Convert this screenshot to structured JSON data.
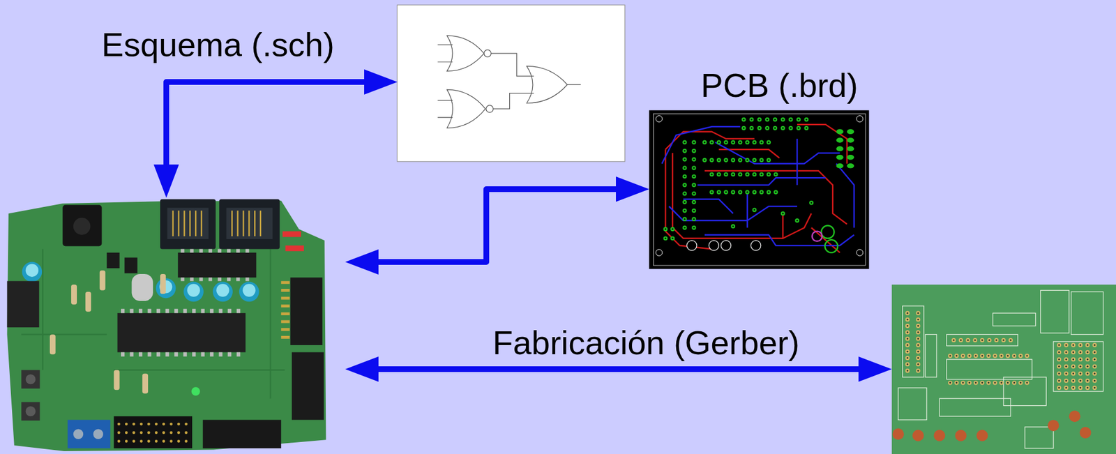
{
  "diagram": {
    "nodes": [
      {
        "text": []
      },
      {
        "text": []
      },
      {
        "text": [
          "PCB (.brd)"
        ]
      },
      {
        "text": []
      }
    ],
    "edges": [
      {
        "from": 0,
        "to": 1,
        "arrow": "both",
        "label": "Esquema (.sch)"
      },
      {
        "from": 0,
        "to": 2,
        "arrow": "both"
      },
      {
        "from": 0,
        "to": 3,
        "arrow": "both",
        "label": "Fabricación (Gerber)"
      }
    ]
  }
}
